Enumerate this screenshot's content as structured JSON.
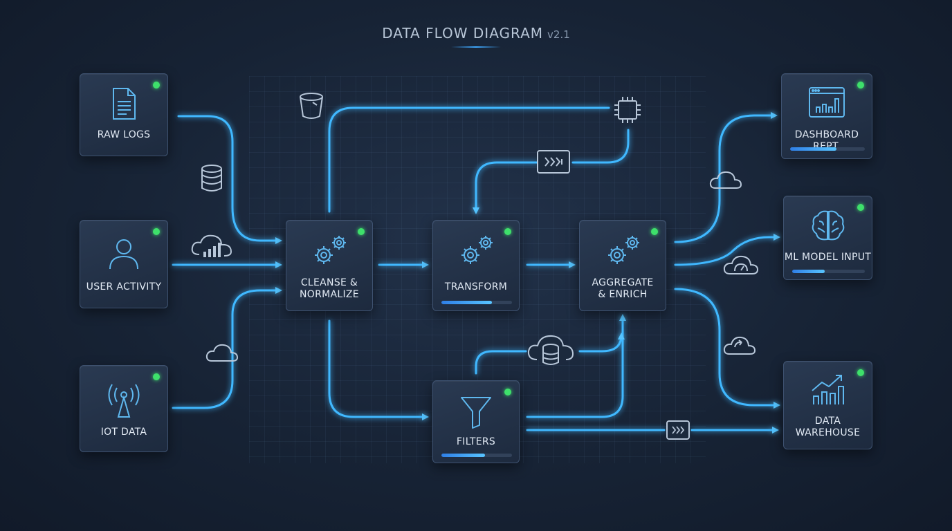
{
  "title": "DATA FLOW DIAGRAM",
  "version": "v2.1",
  "colors": {
    "flow": "#3fb8ff",
    "status_active": "#3ee06b",
    "node_bg": "#243349",
    "node_border": "#3e5270",
    "icon": "#5fb8ef"
  },
  "nodes": {
    "raw_logs": {
      "label": "RAW LOGS",
      "icon": "document-icon"
    },
    "user_activity": {
      "label": "USER ACTIVITY",
      "icon": "user-icon"
    },
    "iot_data": {
      "label": "IOT DATA",
      "icon": "antenna-icon"
    },
    "cleanse": {
      "label1": "CLEANSE &",
      "label2": "NORMALIZE",
      "icon": "gears-icon"
    },
    "transform": {
      "label": "TRANSFORM",
      "icon": "gears-icon",
      "progress": 0.72
    },
    "aggregate": {
      "label1": "AGGREGATE",
      "label2": "& ENRICH",
      "icon": "gears-icon"
    },
    "filters": {
      "label": "FILTERS",
      "icon": "funnel-icon",
      "progress": 0.62
    },
    "dashboard": {
      "label": "DASHBOARD REPT.",
      "icon": "chart-window-icon",
      "progress": 0.62
    },
    "ml_model": {
      "label": "ML MODEL INPUT",
      "icon": "brain-icon",
      "progress": 0.45
    },
    "warehouse": {
      "label1": "DATA",
      "label2": "WAREHOUSE",
      "icon": "growth-chart-icon"
    }
  },
  "connectors": [
    {
      "from": "raw_logs",
      "to": "cleanse"
    },
    {
      "from": "user_activity",
      "to": "cleanse"
    },
    {
      "from": "iot_data",
      "to": "cleanse"
    },
    {
      "from": "cleanse",
      "to": "transform"
    },
    {
      "from": "cleanse",
      "to": "filters"
    },
    {
      "from": "cleanse",
      "to": "transform",
      "via": "processor"
    },
    {
      "from": "transform",
      "to": "aggregate"
    },
    {
      "from": "filters",
      "to": "aggregate"
    },
    {
      "from": "filters",
      "to": "warehouse"
    },
    {
      "from": "aggregate",
      "to": "dashboard"
    },
    {
      "from": "aggregate",
      "to": "ml_model"
    },
    {
      "from": "aggregate",
      "to": "warehouse"
    }
  ],
  "floating_icons": [
    "database-icon",
    "cloud-chart-icon",
    "cloud-icon",
    "bucket-icon",
    "chip-icon",
    "stream-icon",
    "cloud-database-icon",
    "cloud-icon",
    "cloud-gauge-icon",
    "cloud-upload-icon",
    "stream-icon"
  ]
}
